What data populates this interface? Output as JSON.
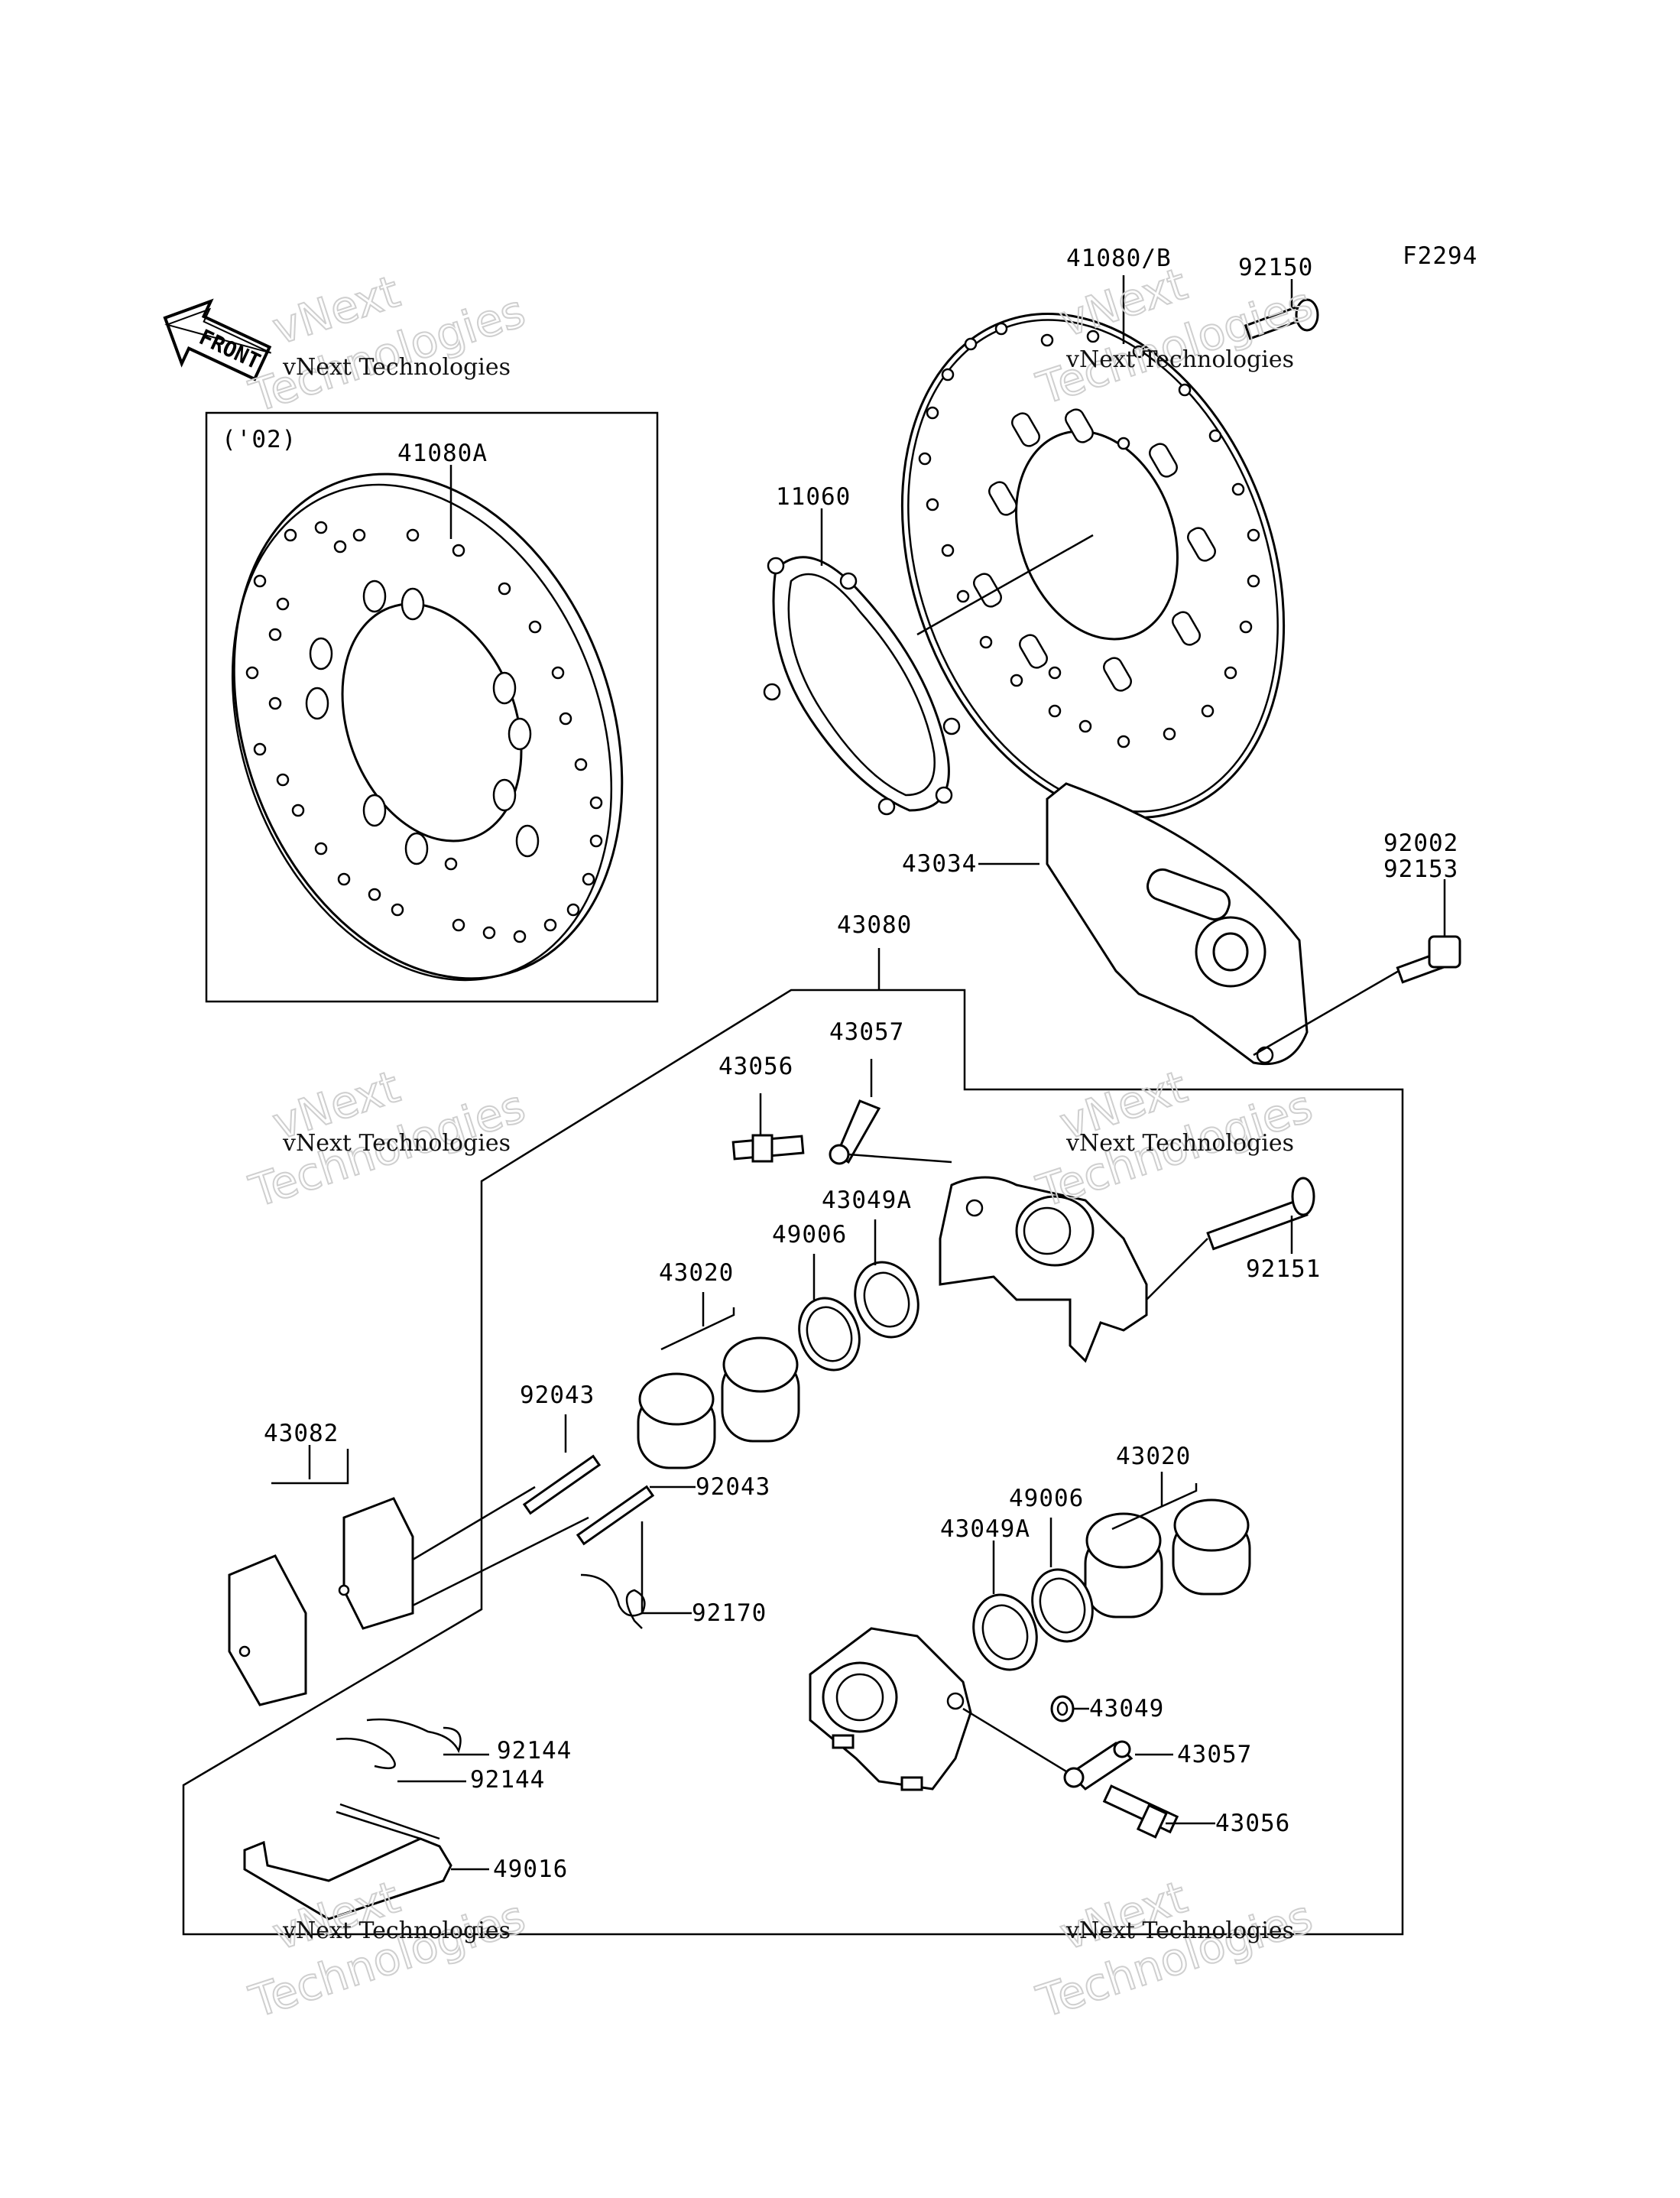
{
  "figure_code": "F2294",
  "front_label": "FRONT",
  "variant_note": "('02)",
  "watermark": {
    "line1": "vNext",
    "line2": "vNext Technologies",
    "line3": "Technologies"
  },
  "part_labels": {
    "p41080A": "41080A",
    "p41080B": "41080/B",
    "p92150": "92150",
    "p11060": "11060",
    "p43034": "43034",
    "p92002": "92002",
    "p92153": "92153",
    "p43080": "43080",
    "p43057a": "43057",
    "p43056a": "43056",
    "p43049Aa": "43049A",
    "p49006a": "49006",
    "p43020a": "43020",
    "p92151": "92151",
    "p92043a": "92043",
    "p43082": "43082",
    "p92043b": "92043",
    "p92170": "92170",
    "p43020b": "43020",
    "p49006b": "49006",
    "p43049Ab": "43049A",
    "p43049": "43049",
    "p43057b": "43057",
    "p43056b": "43056",
    "p92144a": "92144",
    "p92144b": "92144",
    "p49016": "49016"
  }
}
